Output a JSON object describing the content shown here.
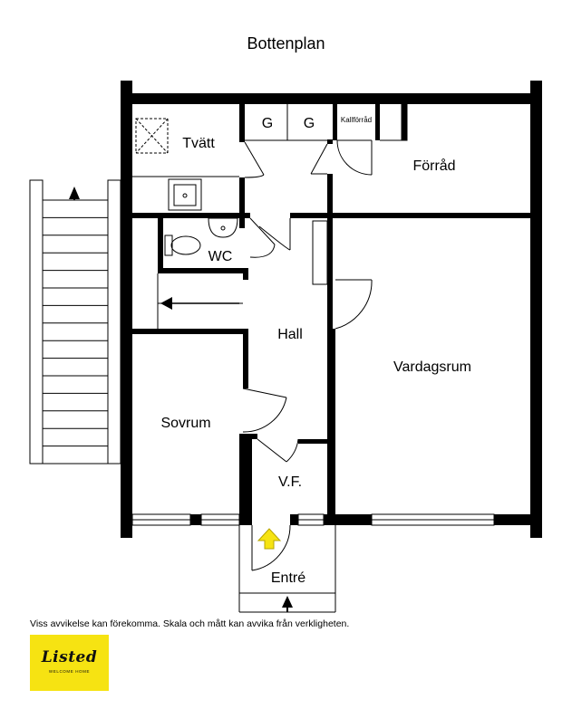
{
  "title": "Bottenplan",
  "rooms": {
    "tvatt": "Tvätt",
    "garderob_1": "G",
    "garderob_2": "G",
    "kallforrad": "Kallförråd",
    "forrad": "Förråd",
    "wc": "WC",
    "hall": "Hall",
    "vardagsrum": "Vardagsrum",
    "sovrum": "Sovrum",
    "vf": "V.F.",
    "entre": "Entré"
  },
  "disclaimer": "Viss avvikelse kan förekomma. Skala och mått kan avvika från verkligheten.",
  "logo": {
    "wordmark": "Listed",
    "tagline": "WELCOME HOME"
  },
  "colors": {
    "wall": "#000000",
    "entrance_arrow": "#f6e312",
    "logo_background": "#f6e312"
  }
}
